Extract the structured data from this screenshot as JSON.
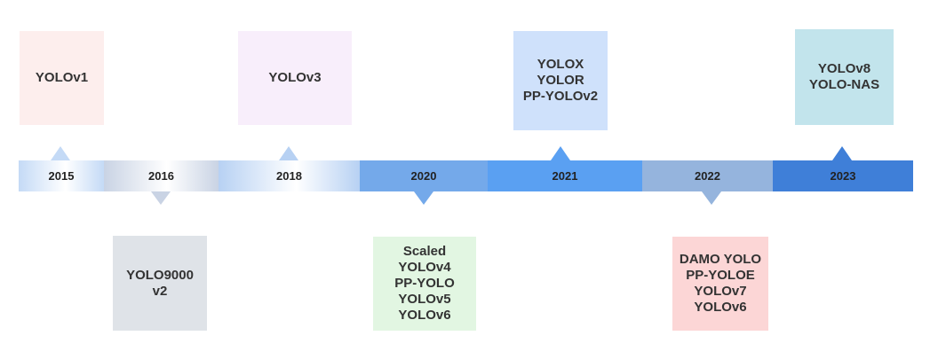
{
  "timeline": {
    "segments": [
      {
        "year": "2015",
        "color": "#c4daf6"
      },
      {
        "year": "2016",
        "color": "#c9d3e4"
      },
      {
        "year": "2018",
        "color": "#b7d1f3"
      },
      {
        "year": "2020",
        "color": "#74a9ea"
      },
      {
        "year": "2021",
        "color": "#5aa0f2"
      },
      {
        "year": "2022",
        "color": "#95b4dd"
      },
      {
        "year": "2023",
        "color": "#3f7fd8"
      }
    ]
  },
  "milestones": [
    {
      "year": "2015",
      "position": "above",
      "color": "#fdeeed",
      "lines": [
        "YOLOv1"
      ]
    },
    {
      "year": "2016",
      "position": "below",
      "color": "#dfe3e8",
      "lines": [
        "YOLO9000",
        "v2"
      ]
    },
    {
      "year": "2018",
      "position": "above",
      "color": "#f8eefb",
      "lines": [
        "YOLOv3"
      ]
    },
    {
      "year": "2020",
      "position": "below",
      "color": "#e2f6e2",
      "lines": [
        "Scaled",
        "YOLOv4",
        "PP-YOLO",
        "YOLOv5",
        "YOLOv6"
      ]
    },
    {
      "year": "2021",
      "position": "above",
      "color": "#cfe1fb",
      "lines": [
        "YOLOX",
        "YOLOR",
        "PP-YOLOv2"
      ]
    },
    {
      "year": "2022",
      "position": "below",
      "color": "#fcd6d6",
      "lines": [
        "DAMO YOLO",
        "PP-YOLOE",
        "YOLOv7",
        "YOLOv6"
      ]
    },
    {
      "year": "2023",
      "position": "above",
      "color": "#c2e4ec",
      "lines": [
        "YOLOv8",
        "YOLO-NAS"
      ]
    }
  ]
}
